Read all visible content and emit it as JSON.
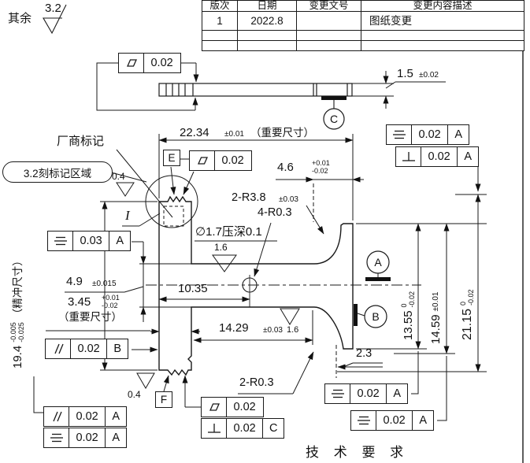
{
  "surface_note": {
    "prefix": "其余",
    "value": "3.2"
  },
  "revision_table": {
    "headers": [
      "版次",
      "日期",
      "变更文号",
      "变更内容描述"
    ],
    "rows": [
      [
        "1",
        "2022.8",
        "",
        "图纸变更"
      ],
      [
        "",
        "",
        "",
        ""
      ],
      [
        "",
        "",
        "",
        ""
      ]
    ]
  },
  "labels": {
    "manufacturer_mark": "厂商标记",
    "mark_area": "3.2刻标记区域",
    "detail_i": "I",
    "tech_req": "技 术 要 求"
  },
  "datums": {
    "a": "A",
    "b": "B",
    "c": "C",
    "e": "E",
    "f": "F"
  },
  "roughness": {
    "r04_top": "0.4",
    "r16_top": "1.6",
    "r16_bottom": "1.6",
    "r04_bottom": "0.4"
  },
  "dims": {
    "d2234": {
      "v": "22.34",
      "tol": "±0.01",
      "note": "（重要尺寸）"
    },
    "d46": {
      "v": "4.6",
      "tp": "+0.01",
      "tm": "-0.02"
    },
    "r38": {
      "v": "2-R3.8",
      "tol": "±0.03"
    },
    "r03x4": {
      "v": "4-R0.3"
    },
    "hole": {
      "v": "∅1.7压深0.1"
    },
    "d1035": {
      "v": "10.35"
    },
    "d49": {
      "v": "4.9",
      "tol": "±0.015"
    },
    "d345": {
      "v": "3.45",
      "tp": "+0.01",
      "tm": "-0.02",
      "note": "（重要尺寸）"
    },
    "d194": {
      "v": "19.4",
      "tp": "-0.005",
      "tm": "-0.025",
      "note": "（精冲尺寸）"
    },
    "d1429": {
      "v": "14.29",
      "tol": "±0.03"
    },
    "r03x2": {
      "v": "2-R0.3"
    },
    "d23": {
      "v": "2.3"
    },
    "d1355": {
      "v": "13.55",
      "tp": "0",
      "tm": "-0.02"
    },
    "d1459": {
      "v": "14.59",
      "tol": "±0.01"
    },
    "d2115": {
      "v": "21.15",
      "tp": "0",
      "tm": "-0.02"
    },
    "d15": {
      "v": "1.5",
      "tol": "±0.02"
    }
  },
  "fcf": {
    "top_view": {
      "val": "0.02"
    },
    "e_frame": {
      "val": "0.02"
    },
    "tr1": {
      "val": "0.02",
      "datum": "A"
    },
    "tr2": {
      "val": "0.02",
      "datum": "A"
    },
    "left1": {
      "val": "0.03",
      "datum": "A"
    },
    "left2": {
      "val": "0.02",
      "datum": "B"
    },
    "bl1": {
      "val": "0.02",
      "datum": "A"
    },
    "bl2": {
      "val": "0.02",
      "datum": "A"
    },
    "bc1": {
      "val": "0.02"
    },
    "bc2": {
      "val": "0.02",
      "datum": "C"
    },
    "br1": {
      "val": "0.02",
      "datum": "A"
    },
    "br2": {
      "val": "0.02",
      "datum": "A"
    }
  }
}
